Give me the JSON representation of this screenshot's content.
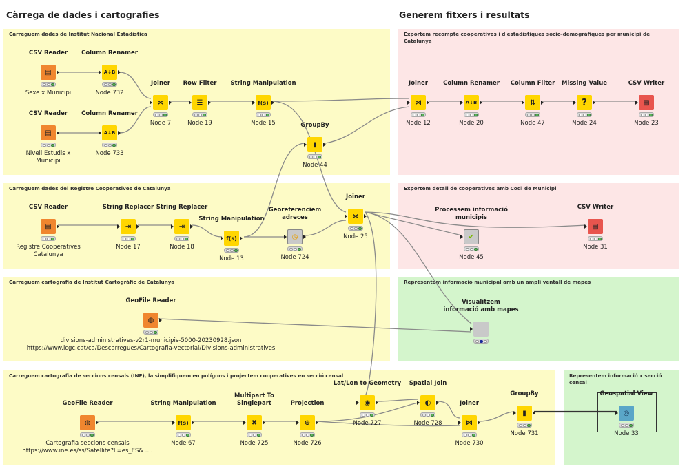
{
  "headers": {
    "left": "Càrrega de dades i cartografies",
    "right": "Generem fitxers i resultats"
  },
  "annotations": {
    "ine": "Carreguem dades de Institut Nacional Estadística",
    "export_counts": "Exportem recompte cooperatives i d'estadístiques sòcio-demogràfiques per municipi de Catalunya",
    "registre": "Carreguem dades del Registre Cooperatives de Catalunya",
    "export_detail": "Exportem detall de cooperatives amb Codi de Municipi",
    "icgc": "Carreguem cartografia de Institut Cartogràfic de Catalunya",
    "maps": "Representem informació municipal amb un ampli ventall de mapes",
    "seccions": "Carreguem cartografia de seccions censals (INE), la simplifiquem en polígons i projectem cooperatives en secció censal",
    "seccio_repr": "Representem informació x secció censal"
  },
  "nodes": {
    "csv_reader_1": {
      "title": "CSV Reader",
      "sub": "Sexe x Municipi"
    },
    "col_renamer_732": {
      "title": "Column Renamer",
      "sub": "Node 732"
    },
    "csv_reader_2": {
      "title": "CSV Reader",
      "sub": "Nivell Estudis x\nMunicipi"
    },
    "col_renamer_733": {
      "title": "Column Renamer",
      "sub": "Node 733"
    },
    "joiner_7": {
      "title": "Joiner",
      "sub": "Node 7"
    },
    "row_filter_19": {
      "title": "Row Filter",
      "sub": "Node 19"
    },
    "string_manip_15": {
      "title": "String Manipulation",
      "sub": "Node 15"
    },
    "groupby_44": {
      "title": "GroupBy",
      "sub": "Node 44"
    },
    "joiner_12": {
      "title": "Joiner",
      "sub": "Node 12"
    },
    "col_renamer_20": {
      "title": "Column Renamer",
      "sub": "Node 20"
    },
    "col_filter_47": {
      "title": "Column Filter",
      "sub": "Node 47"
    },
    "missing_24": {
      "title": "Missing Value",
      "sub": "Node 24"
    },
    "csv_writer_23": {
      "title": "CSV Writer",
      "sub": "Node 23"
    },
    "csv_reader_3": {
      "title": "CSV Reader",
      "sub": "Registre Cooperatives\nCatalunya"
    },
    "str_replacer_17": {
      "title": "String Replacer",
      "sub": "Node 17"
    },
    "str_replacer_18": {
      "title": "String Replacer",
      "sub": "Node 18"
    },
    "string_manip_13": {
      "title": "String Manipulation",
      "sub": "Node 13"
    },
    "georef_724": {
      "title": "Georeferenciem\nadreces",
      "sub": "Node 724"
    },
    "joiner_25": {
      "title": "Joiner",
      "sub": "Node 25"
    },
    "process_45": {
      "title": "Processem informació\nmunicipis",
      "sub": "Node 45"
    },
    "csv_writer_31": {
      "title": "CSV Writer",
      "sub": "Node 31"
    },
    "geofile_reader_1": {
      "title": "GeoFile Reader",
      "sub": "divisions-administratives-v2r1-municipis-5000-20230928.json\nhttps://www.icgc.cat/ca/Descarregues/Cartografia-vectorial/Divisions-administratives"
    },
    "visualitzem": {
      "title": "Visualitzem\ninformació amb mapes",
      "sub": ""
    },
    "geofile_reader_2": {
      "title": "GeoFile Reader",
      "sub": "Cartografia seccions censals\nhttps://www.ine.es/ss/Satellite?L=es_ES&      ...."
    },
    "string_manip_67": {
      "title": "String Manipulation",
      "sub": "Node 67"
    },
    "multipart_725": {
      "title": "Multipart To\nSinglepart",
      "sub": "Node 725"
    },
    "projection_726": {
      "title": "Projection",
      "sub": "Node 726"
    },
    "latlon_727": {
      "title": "Lat/Lon to Geometry",
      "sub": "Node 727"
    },
    "spatial_join_728": {
      "title": "Spatial Join",
      "sub": "Node 728"
    },
    "joiner_730": {
      "title": "Joiner",
      "sub": "Node 730"
    },
    "groupby_731": {
      "title": "GroupBy",
      "sub": "Node 731"
    },
    "geo_view_33": {
      "title": "Geospatial View",
      "sub": "Node 33"
    }
  },
  "colors": {
    "annotation_yellow": "#fdfbc6",
    "annotation_red": "#fde6e6",
    "annotation_green": "#d4f5cc",
    "source_node": "#f0862f",
    "manipulator_node": "#ffd600",
    "sink_node": "#e8554e",
    "viz_node": "#5aa6c8"
  }
}
